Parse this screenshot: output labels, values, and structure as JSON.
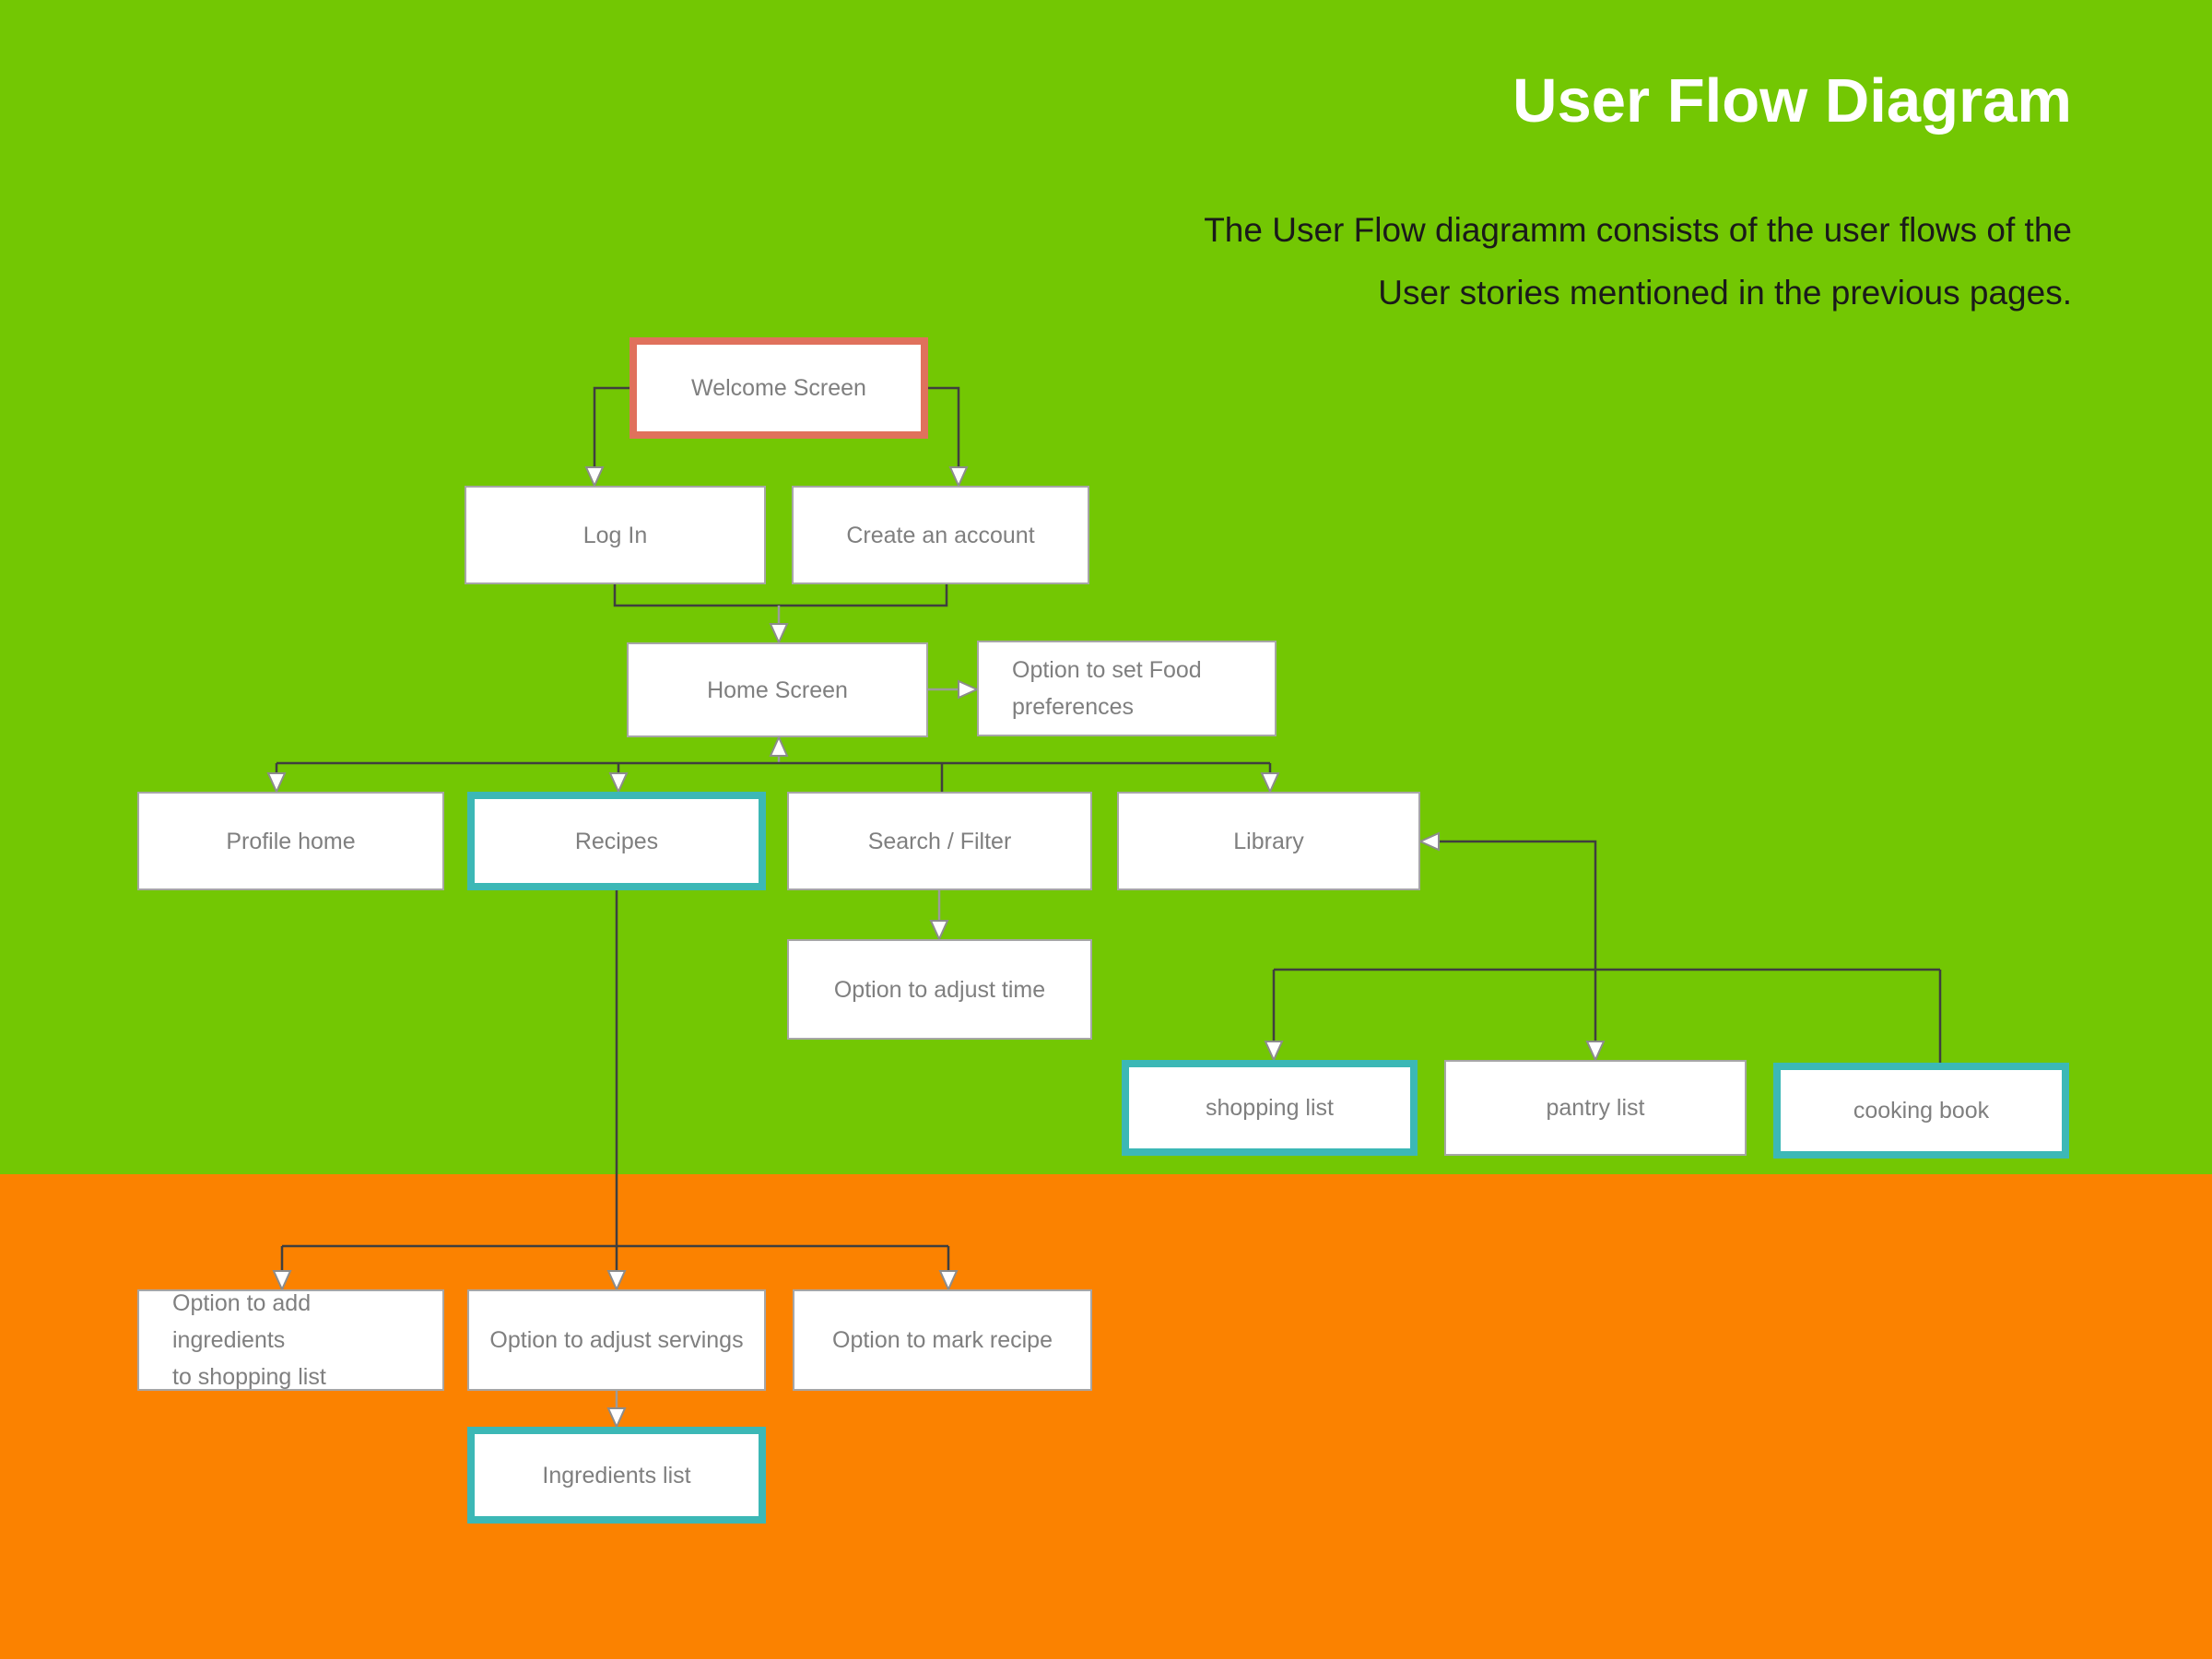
{
  "header": {
    "title": "User Flow Diagram",
    "subtitle_line1": "The User Flow diagramm consists of the user flows of the",
    "subtitle_line2": "User stories mentioned in the previous pages."
  },
  "colors": {
    "background_top_green": "#73C703",
    "background_bottom_orange": "#FB8200",
    "accent_teal": "#3CB8B6",
    "accent_salmon": "#E0715C",
    "box_border_gray": "#A6A6A6",
    "box_fill": "#FFFFFF",
    "box_text": "#7F7F7F",
    "connector_dark": "#3F3F3F",
    "connector_light": "#9B9B9B",
    "arrowhead_fill": "#FFFFFF",
    "title_text": "#FFFFFF",
    "subtitle_text": "#1A1A1A"
  },
  "nodes": [
    {
      "id": "welcome",
      "label": "Welcome Screen",
      "border": "salmon"
    },
    {
      "id": "login",
      "label": "Log In",
      "border": "gray"
    },
    {
      "id": "create_account",
      "label": "Create an account",
      "border": "gray"
    },
    {
      "id": "home",
      "label": "Home Screen",
      "border": "gray"
    },
    {
      "id": "food_pref",
      "label": "Option to set Food preferences",
      "lines": [
        "Option to set Food",
        "preferences"
      ],
      "border": "gray",
      "align": "left"
    },
    {
      "id": "profile_home",
      "label": "Profile home",
      "border": "gray"
    },
    {
      "id": "recipes",
      "label": "Recipes",
      "border": "teal"
    },
    {
      "id": "search_filter",
      "label": "Search / Filter",
      "border": "gray"
    },
    {
      "id": "library",
      "label": "Library",
      "border": "gray"
    },
    {
      "id": "adjust_time",
      "label": "Option to adjust time",
      "border": "gray"
    },
    {
      "id": "shopping_list",
      "label": "shopping list",
      "border": "teal"
    },
    {
      "id": "pantry_list",
      "label": "pantry list",
      "border": "gray"
    },
    {
      "id": "cooking_book",
      "label": "cooking book",
      "border": "teal"
    },
    {
      "id": "add_ingredients",
      "label": "Option to add ingredients to shopping list",
      "lines": [
        "Option to add ingredients",
        "to shopping list"
      ],
      "border": "gray",
      "align": "left"
    },
    {
      "id": "adjust_servings",
      "label": "Option to adjust servings",
      "border": "gray"
    },
    {
      "id": "mark_recipe",
      "label": "Option to mark recipe",
      "border": "gray"
    },
    {
      "id": "ingredients_list",
      "label": "Ingredients list",
      "border": "teal"
    }
  ],
  "edges": [
    {
      "from": "welcome",
      "to": "login",
      "arrow": "into-to"
    },
    {
      "from": "welcome",
      "to": "create_account",
      "arrow": "into-to"
    },
    {
      "from": "login",
      "to": "home",
      "arrow": "into-to",
      "note": "merged with create_account branch"
    },
    {
      "from": "create_account",
      "to": "home",
      "arrow": "into-to",
      "note": "merged with login branch"
    },
    {
      "from": "home",
      "to": "food_pref",
      "arrow": "into-to"
    },
    {
      "from": "home",
      "to": "profile_home",
      "arrow": "into-to",
      "note": "bus also points back up into home"
    },
    {
      "from": "home",
      "to": "recipes",
      "arrow": "into-to"
    },
    {
      "from": "home",
      "to": "search_filter",
      "arrow": "none"
    },
    {
      "from": "home",
      "to": "library",
      "arrow": "into-to"
    },
    {
      "from": "search_filter",
      "to": "adjust_time",
      "arrow": "into-to"
    },
    {
      "from": "recipes",
      "to": "add_ingredients",
      "arrow": "into-to"
    },
    {
      "from": "recipes",
      "to": "adjust_servings",
      "arrow": "into-to"
    },
    {
      "from": "recipes",
      "to": "mark_recipe",
      "arrow": "into-to"
    },
    {
      "from": "adjust_servings",
      "to": "ingredients_list",
      "arrow": "into-to"
    },
    {
      "from": "shopping_list",
      "to": "library",
      "arrow": "into-to",
      "note": "bus from shopping/pantry/cooking book area points into library"
    },
    {
      "from": "pantry_list",
      "to": "library",
      "arrow": "into-to"
    },
    {
      "from": "cooking_book",
      "to": "library",
      "arrow": "none"
    }
  ]
}
